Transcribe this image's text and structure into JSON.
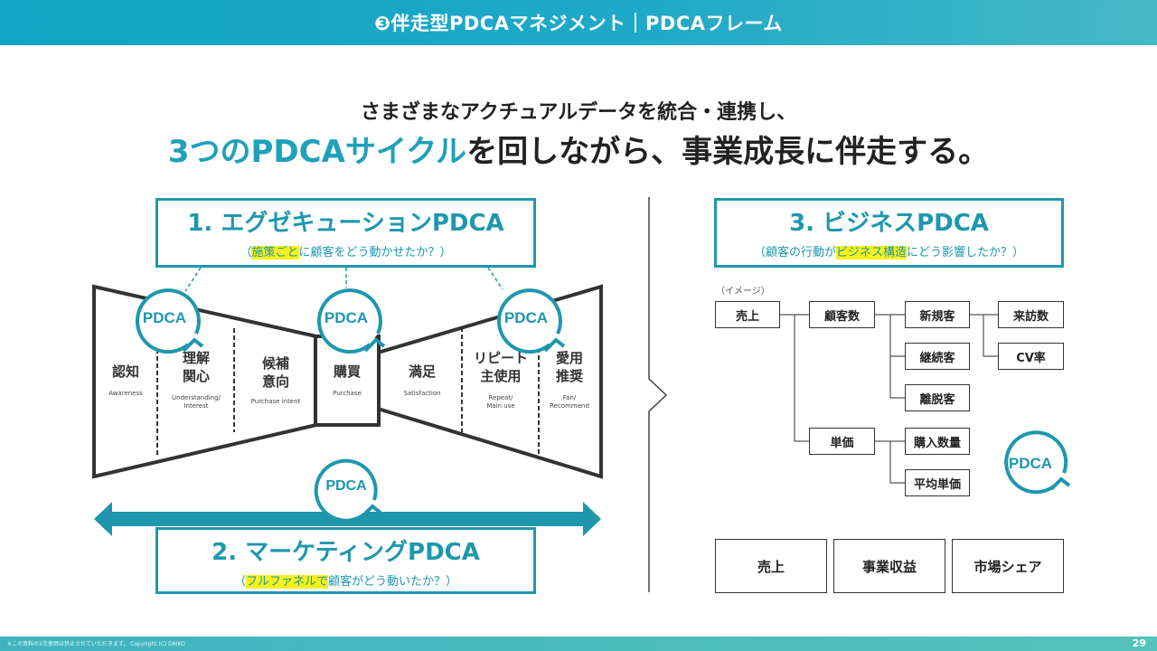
{
  "header": {
    "title": "❸伴走型PDCAマネジメント｜PDCAフレーム"
  },
  "lead": {
    "line1": "さまざまなアクチュアルデータを統合・連携し、",
    "line2_accent": "3つのPDCAサイクル",
    "line2_rest": "を回しながら、事業成長に伴走する。"
  },
  "execution": {
    "title": "1. エグゼキューションPDCA",
    "sub_open": "（",
    "sub_highlight": "施策ごと",
    "sub_rest": "に顧客をどう動かせたか？）"
  },
  "marketing": {
    "title": "2. マーケティングPDCA",
    "sub_open": "（",
    "sub_highlight": "フルファネルで",
    "sub_rest": "顧客がどう動いたか？）"
  },
  "business": {
    "title": "3. ビジネスPDCA",
    "sub_pre": "（顧客の行動が",
    "sub_highlight": "ビジネス構造",
    "sub_rest": "にどう影響したか？）"
  },
  "pdca_label": "PDCA",
  "funnel": {
    "stages": [
      {
        "jp": "認知",
        "en": "Awareness"
      },
      {
        "jp": "理解\n関心",
        "jp1": "理解",
        "jp2": "関心",
        "en1": "Understanding/",
        "en2": "Interest"
      },
      {
        "jp1": "候補",
        "jp2": "意向",
        "en": "Purchase intent"
      },
      {
        "jp": "購買",
        "en": "Purchase"
      },
      {
        "jp": "満足",
        "en": "Satisfaction"
      },
      {
        "jp1": "リピート",
        "jp2": "主使用",
        "en1": "Repeat/",
        "en2": "Main use"
      },
      {
        "jp1": "愛用",
        "jp2": "推奨",
        "en1": "Fan/",
        "en2": "Recommend"
      }
    ]
  },
  "tree": {
    "note": "（イメージ）",
    "nodes": {
      "sales": "売上",
      "customers": "顧客数",
      "new": "新規客",
      "visits": "来訪数",
      "cvr": "CV率",
      "continuing": "継続客",
      "churned": "離脱客",
      "unit_price": "単価",
      "quantity": "購入数量",
      "avg_price": "平均単価"
    }
  },
  "kpis": [
    "売上",
    "事業収益",
    "市場シェア"
  ],
  "footer": {
    "note": "※この資料の2次使用は禁止させていただきます。 Copyright (C) DAIKO",
    "page": "29"
  },
  "colors": {
    "accent": "#1e97ae",
    "highlight": "#f6f219",
    "header": "#12a4c6",
    "footer": "#55c3bb"
  }
}
